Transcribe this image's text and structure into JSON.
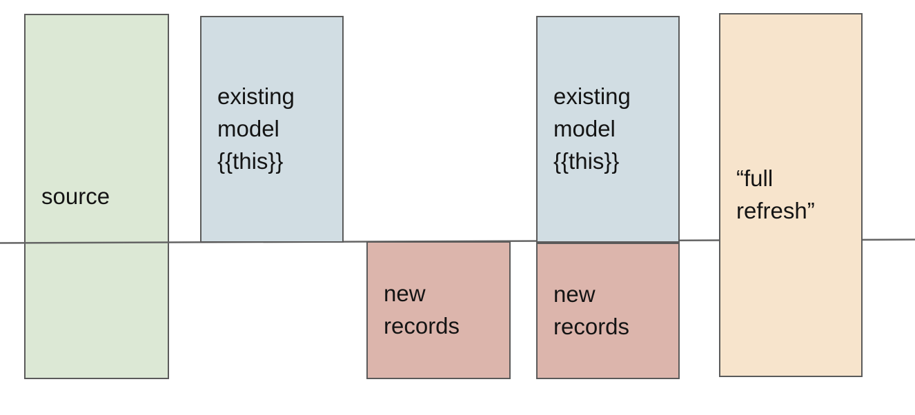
{
  "diagram": {
    "boxes": [
      {
        "id": "source",
        "label": "source",
        "fill": "#dce8d5"
      },
      {
        "id": "existing-model-1",
        "label": "existing model {{this}}",
        "fill": "#d1dde3"
      },
      {
        "id": "new-records-1",
        "label": "new records",
        "fill": "#dcb5ac"
      },
      {
        "id": "existing-model-2",
        "label": "existing model {{this}}",
        "fill": "#d1dde3"
      },
      {
        "id": "new-records-2",
        "label": "new records",
        "fill": "#dcb5ac"
      },
      {
        "id": "full-refresh",
        "label": "“full refresh”",
        "fill": "#f7e4cc"
      }
    ],
    "colors": {
      "box_border": "#5a5a5a",
      "timeline_line": "#646464",
      "background": "#ffffff",
      "text": "#141414"
    }
  }
}
